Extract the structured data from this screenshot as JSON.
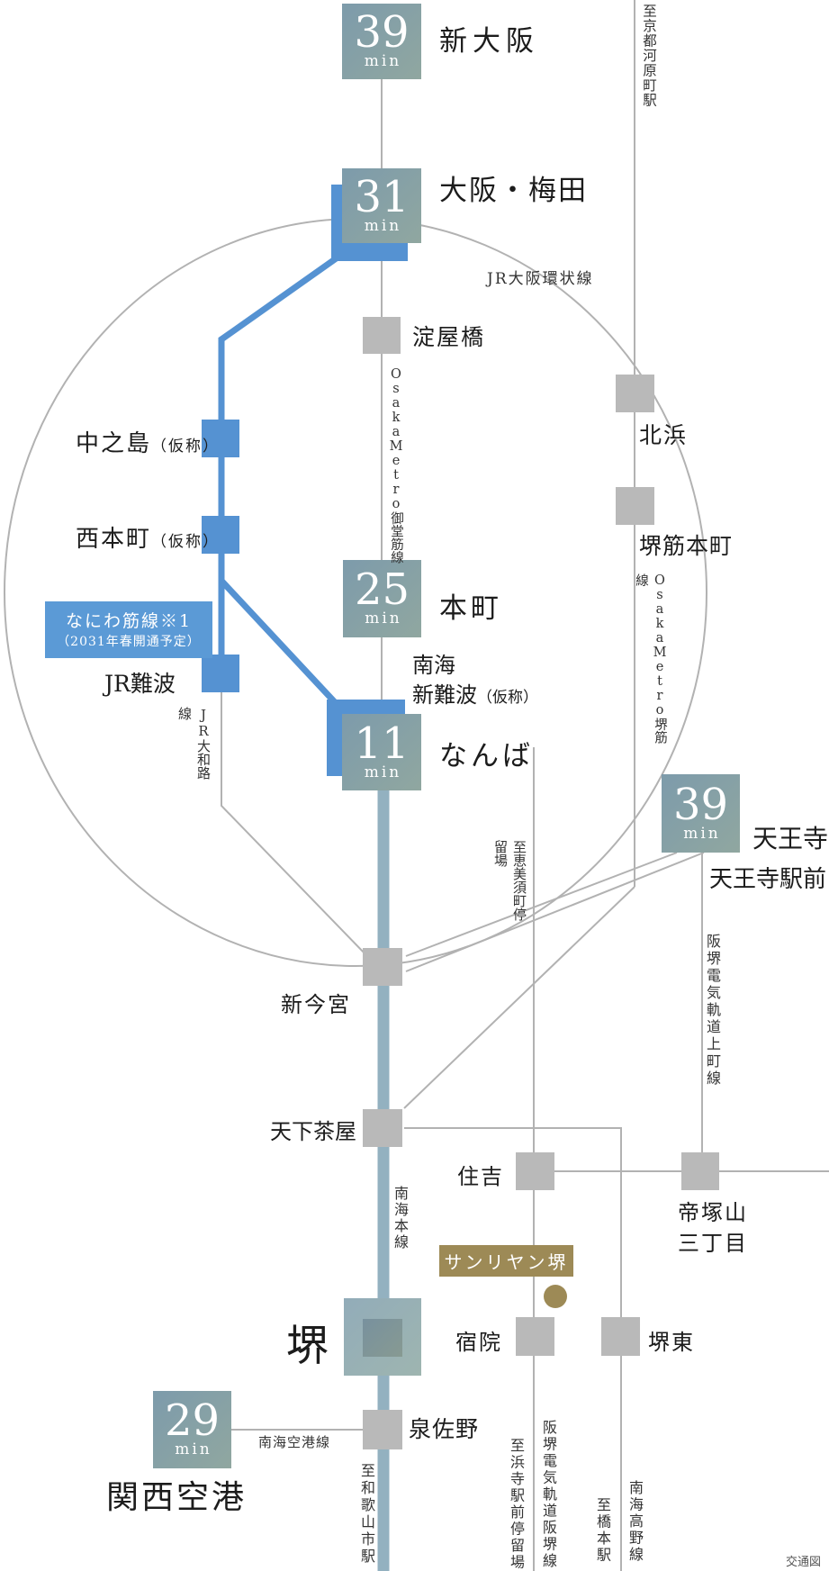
{
  "diagram_footer": "交通図",
  "colors": {
    "badge_teal_start": "#7d9bab",
    "badge_teal_end": "#90a7a0",
    "naniwa_blue": "#5592d2",
    "nankai_teal": "#93b1c0",
    "station_gray": "#b9b9b9",
    "line_gray": "#b2b2b2",
    "property_gold": "#9d8a56"
  },
  "time_badges": [
    {
      "min": "39",
      "unit": "min",
      "station": "新大阪"
    },
    {
      "min": "31",
      "unit": "min",
      "station": "大阪・梅田"
    },
    {
      "min": "25",
      "unit": "min",
      "station": "本町"
    },
    {
      "min": "11",
      "unit": "min",
      "station": "なんば"
    },
    {
      "min": "39",
      "unit": "min",
      "station": "天王寺",
      "station2": "天王寺駅前"
    },
    {
      "min": "29",
      "unit": "min",
      "station": "関西空港"
    }
  ],
  "planned_line": {
    "name": "なにわ筋線※1",
    "note": "（2031年春開通予定）"
  },
  "property": {
    "name": "サンリヤン堺"
  },
  "stations": {
    "yodoyabashi": "淀屋橋",
    "kitahama": "北浜",
    "sakaisuji_hommachi": "堺筋本町",
    "nakanoshima": {
      "name": "中之島",
      "suffix": "（仮称）"
    },
    "nishi_hommachi": {
      "name": "西本町",
      "suffix": "（仮称）"
    },
    "jr_namba": "JR難波",
    "shin_namba": {
      "line1": "南海",
      "line2": "新難波",
      "suffix": "（仮称）"
    },
    "shin_imamiya": "新今宮",
    "tengachaya": "天下茶屋",
    "sumiyoshi": "住吉",
    "tezukayama": {
      "line1": "帝塚山",
      "line2": "三丁目"
    },
    "shukuin": "宿院",
    "sakai_higashi": "堺東",
    "sakai": "堺",
    "izumisano": "泉佐野"
  },
  "lines": {
    "jr_loop": "JR大阪環状線",
    "midosuji": "OsakaMetro御堂筋線",
    "sakaisuji": "OsakaMetro堺筋線",
    "to_kyoto_kawaramachi": "至京都河原町駅",
    "to_ebisucho": "至恵美須町停留場",
    "jr_yamatoji": "JR大和路線",
    "hankai_uemachi": "阪堺電気軌道上町線",
    "nankai_main": "南海本線",
    "nankai_airport": "南海空港線",
    "to_wakayamashi": "至和歌山市駅",
    "to_hamadera": "至浜寺駅前停留場",
    "hankai_hankai": "阪堺電気軌道阪堺線",
    "to_hashimoto": "至橋本駅",
    "nankai_koya": "南海高野線"
  }
}
